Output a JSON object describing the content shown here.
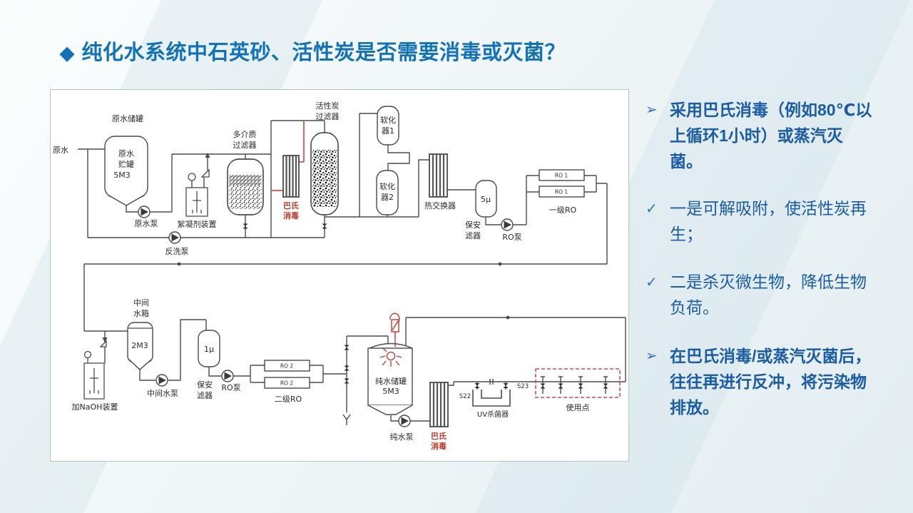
{
  "title": {
    "diamond": "◆",
    "text": "纯化水系统中石英砂、活性炭是否需要消毒或灭菌？"
  },
  "bullets": [
    {
      "marker": "➢",
      "text": "采用巴氏消毒（例如80℃以上循环1小时）或蒸汽灭菌。",
      "emphasis": true
    },
    {
      "marker": "✓",
      "text": "一是可解吸附，使活性炭再生；",
      "emphasis": false
    },
    {
      "marker": "✓",
      "text": "二是杀灭微生物，降低生物负荷。",
      "emphasis": false
    },
    {
      "marker": "➢",
      "text": "在巴氏消毒/或蒸汽灭菌后，往往再进行反冲，将污染物排放。",
      "emphasis": true
    }
  ],
  "colors": {
    "title_blue": "#1172b8",
    "bullet_blue": "#1b5ca6",
    "diagram_line": "#4a4a4a",
    "pasteurize_red": "#c0392e"
  },
  "diagram": {
    "raw_water": "原水",
    "raw_tank_title": "原水储罐",
    "raw_tank_l1": "原水",
    "raw_tank_l2": "贮罐",
    "raw_tank_l3": "5M3",
    "raw_pump": "原水泵",
    "flocculant": "絮凝剂装置",
    "backwash_pump": "反洗泵",
    "mm_l1": "多介质",
    "mm_l2": "过滤器",
    "past_l1": "巴氏",
    "past_l2": "消毒",
    "carbon_l1": "活性炭",
    "carbon_l2": "过滤器",
    "soft1_l1": "软化",
    "soft1_l2": "器1",
    "soft2_l1": "软化",
    "soft2_l2": "器2",
    "hx": "热交换器",
    "f5u": "5μ",
    "guard_l1": "保安",
    "guard_l2": "滤器",
    "ro_pump": "RO泵",
    "ro1": "RO 1",
    "stage1": "一级RO",
    "mid_tank_l1": "中间",
    "mid_tank_l2": "水箱",
    "v2m3": "2M3",
    "naoh": "加NaOH装置",
    "mid_pump": "中间水泵",
    "f1u": "1μ",
    "ro2": "RO 2",
    "stage2": "二级RO",
    "pure_l1": "纯水储罐",
    "pure_l2": "5M3",
    "pure_pump": "纯水泵",
    "s22": "S22",
    "s23": "S23",
    "uv": "UV杀菌器",
    "use_point": "使用点",
    "drain": "Y"
  }
}
